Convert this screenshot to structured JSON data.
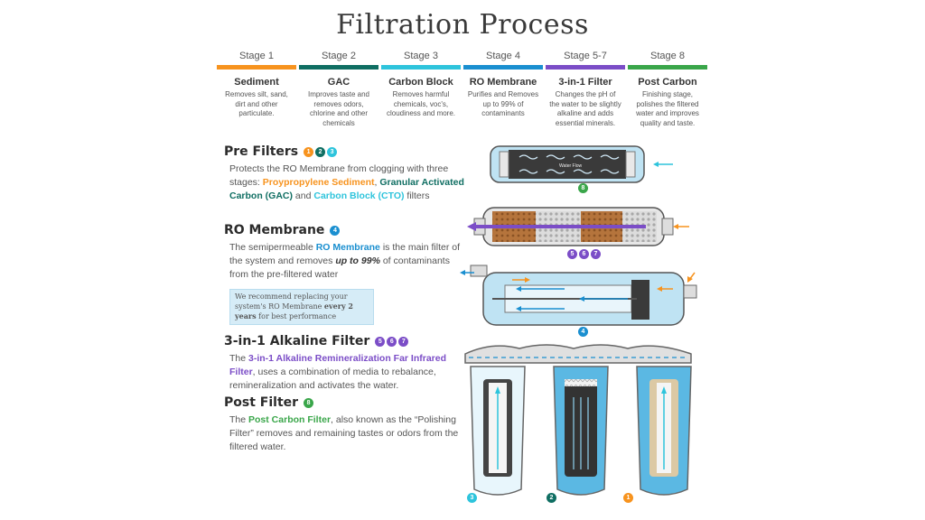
{
  "title": "Filtration Process",
  "colors": {
    "orange": "#f7931e",
    "dark_teal": "#0f6e62",
    "light_blue": "#2ec4dc",
    "blue": "#1a8fd0",
    "purple": "#7b4dc7",
    "green": "#3aa64a",
    "water": "#bfe3f3",
    "water_dark": "#5bb8e3"
  },
  "stages": [
    {
      "label": "Stage 1",
      "name": "Sediment",
      "desc": "Removes silt, sand, dirt and other particulate.",
      "color": "#f7931e"
    },
    {
      "label": "Stage 2",
      "name": "GAC",
      "desc": "Improves taste and removes odors, chlorine and other chemicals",
      "color": "#0f6e62"
    },
    {
      "label": "Stage 3",
      "name": "Carbon Block",
      "desc": "Removes harmful chemicals, voc's, cloudiness and more.",
      "color": "#2ec4dc"
    },
    {
      "label": "Stage 4",
      "name": "RO Membrane",
      "desc": "Purifies and Removes up to 99% of contaminants",
      "color": "#1a8fd0"
    },
    {
      "label": "Stage 5-7",
      "name": "3-in-1 Filter",
      "desc": "Changes the pH of the water to be slightly alkaline and adds essential minerals.",
      "color": "#7b4dc7"
    },
    {
      "label": "Stage 8",
      "name": "Post Carbon",
      "desc": "Finishing stage, polishes the filtered water and improves quality and taste.",
      "color": "#3aa64a"
    }
  ],
  "pre_filters": {
    "heading": "Pre Filters",
    "badges": [
      "1",
      "2",
      "3"
    ],
    "text_a": "Protects the RO Membrane from clogging with three stages: ",
    "hl1": "Proypropylene Sediment",
    "text_b": ", ",
    "hl2": "Granular Activated Carbon (GAC)",
    "text_c": " and ",
    "hl3": "Carbon Block (CTO)",
    "text_d": " filters"
  },
  "ro_membrane": {
    "heading": "RO Membrane",
    "badge": "4",
    "text_a": "The semipermeable ",
    "hl1": "RO Membrane",
    "text_b": " is the main filter of the system and removes ",
    "hl2": "up to 99%",
    "text_c": " of contaminants from the pre-filtered water",
    "note_a": "We recommend replacing your system's RO Membrane ",
    "note_b": "every 2 years",
    "note_c": " for best performance"
  },
  "alkaline": {
    "heading": "3-in-1 Alkaline Filter",
    "badges": [
      "5",
      "6",
      "7"
    ],
    "text_a": "The ",
    "hl1": "3-in-1 Alkaline Remineralization Far Infrared Filter",
    "text_b": ", uses a combination of media to rebalance, remineralization and activates the water."
  },
  "post_filter": {
    "heading": "Post Filter",
    "badge": "8",
    "text_a": "The ",
    "hl1": "Post Carbon Filter",
    "text_b": ", also known as the “Polishing Filter” removes and remaining tastes or odors from the filtered water."
  },
  "diagram": {
    "water_flow_label": "Water Flow",
    "badge_post": "8",
    "badges_alk": [
      "5",
      "6",
      "7"
    ],
    "badge_ro": "4",
    "badges_housings": [
      "3",
      "2",
      "1"
    ]
  }
}
